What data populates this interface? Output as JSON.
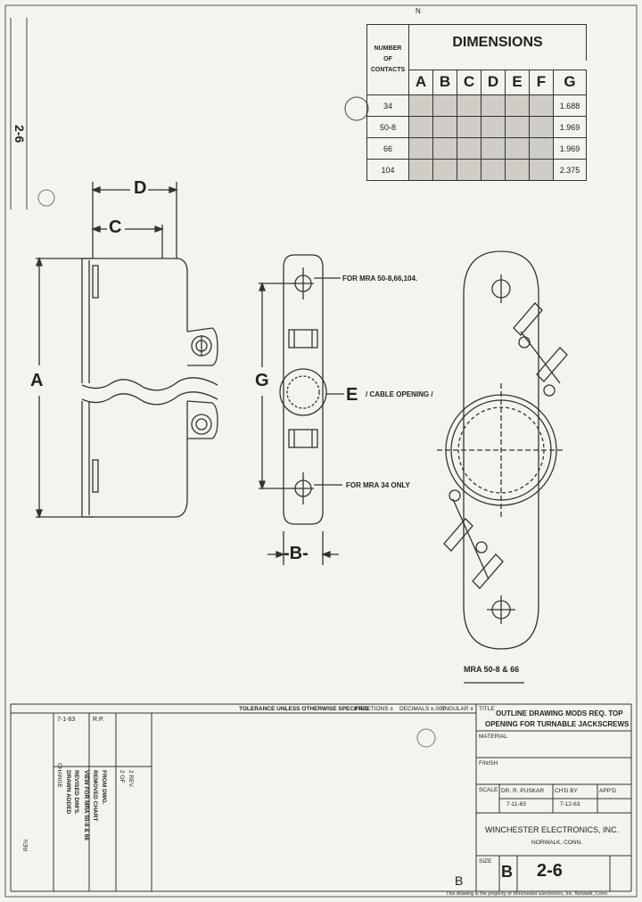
{
  "drawing": {
    "sheet_page_mark": "2-6",
    "top_mark": "N",
    "left_strip_mark": "2-6",
    "revision_marker": "B"
  },
  "dimensions_table": {
    "header_number": "NUMBER",
    "header_of": "OF",
    "header_contacts": "CONTACTS",
    "header_dimensions": "DIMENSIONS",
    "columns": [
      "A",
      "B",
      "C",
      "D",
      "E",
      "F",
      "G"
    ],
    "rows": [
      {
        "contacts": "34",
        "g": "1.688"
      },
      {
        "contacts": "50-8",
        "g": "1.969"
      },
      {
        "contacts": "66",
        "g": "1.969"
      },
      {
        "contacts": "104",
        "g": "2.375"
      }
    ]
  },
  "labels": {
    "dim_d": "D",
    "dim_c": "C",
    "dim_a": "A",
    "dim_g": "G",
    "dim_e": "E",
    "dim_b": "-B-",
    "for_mra_50": "FOR MRA 50-8,66,104.",
    "cable_opening": "/ CABLE OPENING /",
    "for_mra_34": "FOR MRA 34 ONLY",
    "mra_caption": "MRA 50-8 & 66"
  },
  "title_block": {
    "tolerance_note": "TOLERANCE UNLESS OTHERWISE SPECIFIED",
    "fractions": "FRACTIONS ±",
    "decimals": "DECIMALS ±.007",
    "angular": "ANGULAR ±",
    "title_label": "TITLE",
    "title_line1": "OUTLINE DRAWING MODS REQ. TOP",
    "title_line2": "OPENING FOR TURNABLE JACKSCREWS",
    "material_label": "MATERIAL",
    "finish_label": "FINISH",
    "scale_label": "SCALE",
    "drawn_by": "DR. R. PUSKAR",
    "drawn_date": "7-11-63",
    "checked_by": "CH'D BY",
    "checked_date": "7-12-63",
    "approved_label": "APP'D",
    "company": "WINCHESTER ELECTRONICS, INC.",
    "city": "NORWALK, CONN.",
    "size_label": "SIZE",
    "size_value": "B",
    "drawing_no": "2-6",
    "footer_note": "This drawing is the property of Winchester Electronics, Inc. Norwalk, Conn."
  },
  "revision_block": {
    "rev_label": "REV.",
    "change_label": "CHANGE",
    "entries": [
      "REVISED DIM'S.",
      "DRAWN ADDED",
      "VIEW FOR MRA 50-8 & 66",
      "REMOVED CHART",
      "FROM DWG.",
      "2 OF",
      "2 REV."
    ],
    "date": "7-1-63",
    "by": "R.P."
  }
}
